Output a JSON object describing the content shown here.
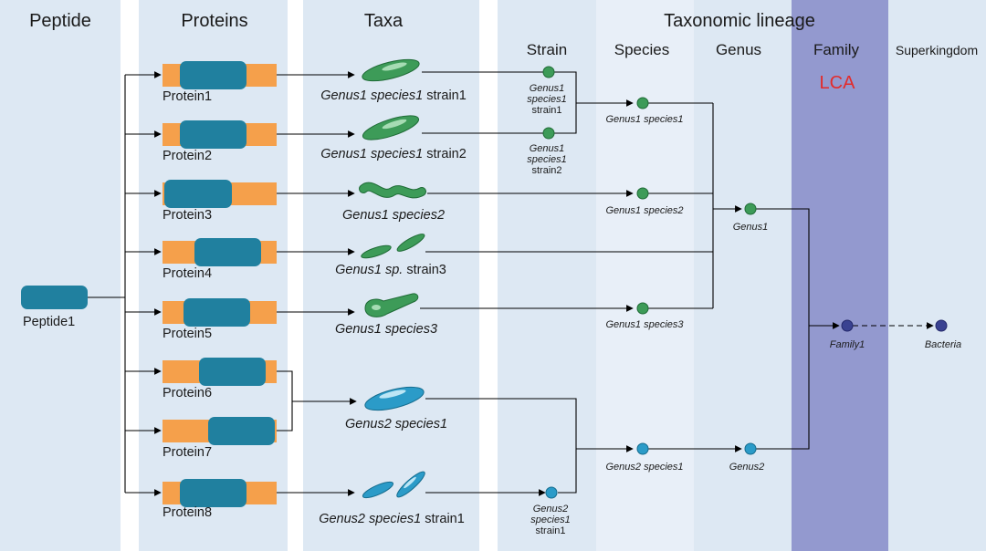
{
  "headers": {
    "peptide": "Peptide",
    "proteins": "Proteins",
    "taxa": "Taxa",
    "lineage": "Taxonomic lineage"
  },
  "ranks": {
    "strain": "Strain",
    "species": "Species",
    "genus": "Genus",
    "family": "Family",
    "superkingdom": "Superkingdom"
  },
  "lca": "LCA",
  "peptide": "Peptide1",
  "proteins": [
    "Protein1",
    "Protein2",
    "Protein3",
    "Protein4",
    "Protein5",
    "Protein6",
    "Protein7",
    "Protein8"
  ],
  "taxa": {
    "t1": {
      "italic": "Genus1 species1",
      "plain": " strain1"
    },
    "t2": {
      "italic": "Genus1 species1",
      "plain": " strain2"
    },
    "t3": {
      "italic": "Genus1 species2",
      "plain": ""
    },
    "t4": {
      "italic1": "Genus1",
      "italic2": "sp.",
      "plain": " strain3"
    },
    "t5": {
      "italic": "Genus1 species3",
      "plain": ""
    },
    "t6": {
      "italic": "Genus2 species1",
      "plain": ""
    },
    "t7": {
      "italic": "Genus2 species1",
      "plain": " strain1"
    }
  },
  "strain_nodes": {
    "s1": {
      "l1": "Genus1",
      "l2": "species1",
      "l3": "strain1"
    },
    "s2": {
      "l1": "Genus1",
      "l2": "species1",
      "l3": "strain2"
    },
    "s3": {
      "l1": "Genus2",
      "l2": "species1",
      "l3": "strain1"
    }
  },
  "species_nodes": [
    "Genus1 species1",
    "Genus1 species2",
    "Genus1 species3",
    "Genus2 species1"
  ],
  "genus_nodes": [
    "Genus1",
    "Genus2"
  ],
  "family_node": "Family1",
  "superkingdom_node": "Bacteria",
  "colors": {
    "panel": "#dde8f3",
    "panel_light": "#e8eff8",
    "family_band": "#9399cf",
    "orange": "#f5a04b",
    "domain": "#20809f",
    "green": "#3d9b58",
    "blue": "#2b9bc8",
    "navy": "#3a4291",
    "lca": "#e32b2b"
  },
  "icons": {
    "green_taxa": "green-bacterium-icon",
    "blue_taxa": "blue-bacterium-icon"
  }
}
